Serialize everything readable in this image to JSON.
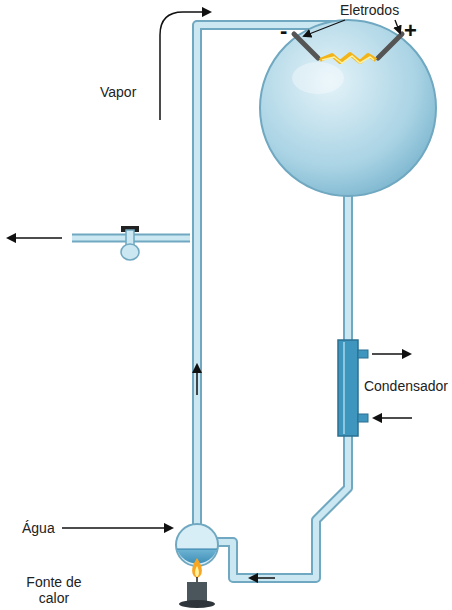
{
  "diagram": {
    "labels": [
      "Eletrodos",
      "-",
      "+",
      "Vapor",
      "Condensador",
      "Água",
      "Fonte de calor"
    ]
  }
}
